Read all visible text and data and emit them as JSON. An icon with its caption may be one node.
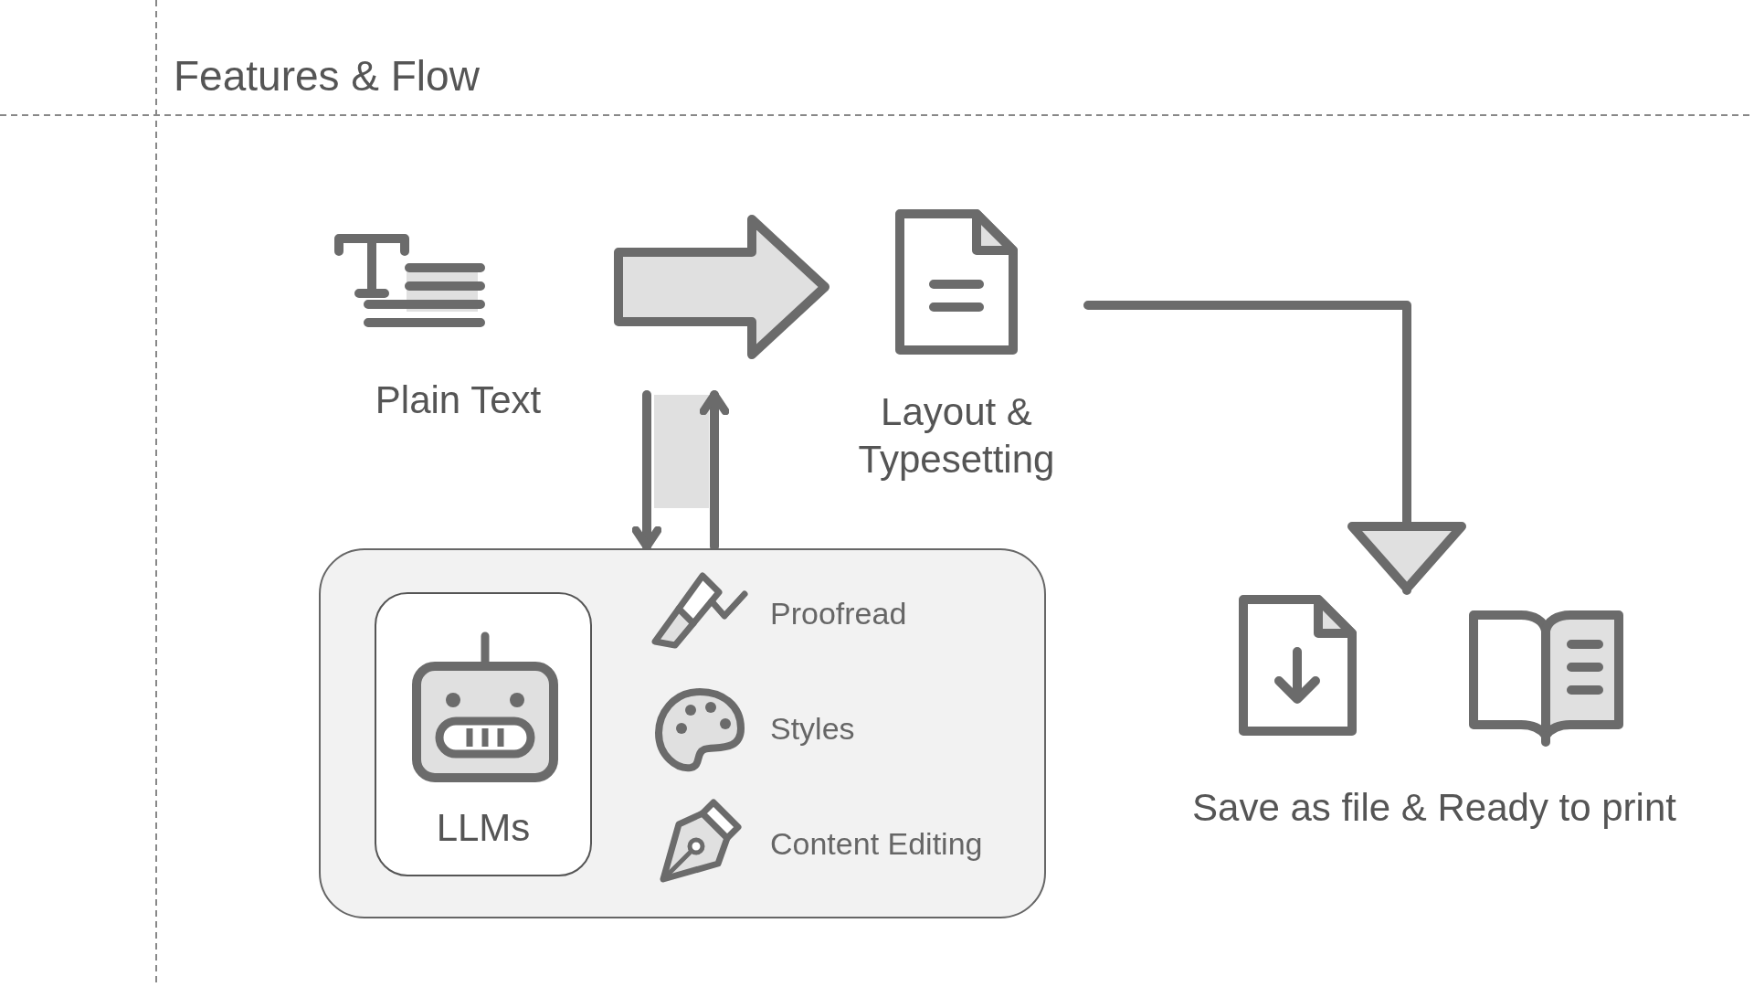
{
  "diagram": {
    "title": "Features & Flow",
    "nodes": [
      {
        "text": [
          "Plain Text"
        ]
      },
      {
        "text": [
          "Layout & Typesetting"
        ]
      },
      {
        "text": [],
        "shape": "box"
      },
      {
        "text": [
          "LLMs"
        ],
        "in": 2
      },
      {
        "text": [
          "Proofread"
        ],
        "in": 2
      },
      {
        "text": [
          "Styles"
        ],
        "in": 2
      },
      {
        "text": [
          "Content Editing"
        ],
        "in": 2
      },
      {
        "text": [
          "Save as file & Ready to print"
        ]
      }
    ],
    "edges": [
      {
        "from": 0,
        "to": 1,
        "arrow": "to",
        "style": "thick",
        "color": "#e0e0e0"
      },
      {
        "from": null,
        "to": 2,
        "arrow": "to"
      },
      {
        "from": 2,
        "to": null,
        "arrow": "to"
      },
      {
        "from": 1,
        "to": 7,
        "arrow": "to"
      }
    ]
  }
}
